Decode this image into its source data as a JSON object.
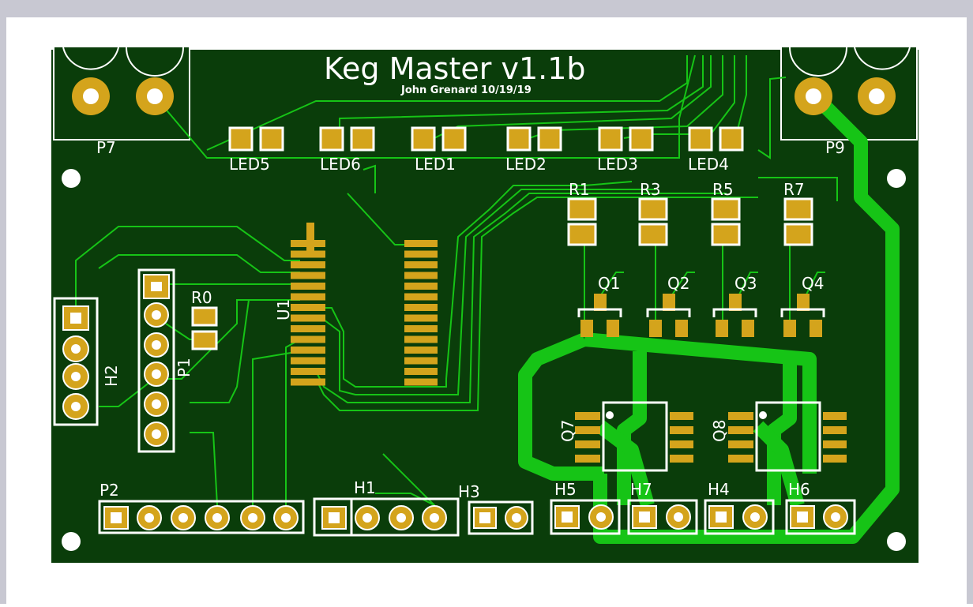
{
  "board": {
    "title": "Keg Master  v1.1b",
    "author": "John Grenard 10/19/19"
  },
  "colors": {
    "frame": "#c8c8d2",
    "board": "#0a3d0a",
    "trace": "#16c416",
    "pad": "#d4a41c",
    "silk": "#ffffff"
  },
  "connectors": {
    "p7": "P7",
    "p9": "P9"
  },
  "leds": [
    "LED5",
    "LED6",
    "LED1",
    "LED2",
    "LED3",
    "LED4"
  ],
  "resistors": [
    "R1",
    "R3",
    "R5",
    "R7"
  ],
  "transistors": [
    "Q1",
    "Q2",
    "Q3",
    "Q4"
  ],
  "ic": "U1",
  "r0": "R0",
  "headers": {
    "h2": "H2",
    "p1": "P1",
    "p2": "P2",
    "h1": "H1",
    "h3": "H3",
    "h5": "H5",
    "h7": "H7",
    "h4": "H4",
    "h6": "H6"
  },
  "mosfets": [
    "Q7",
    "Q8"
  ]
}
